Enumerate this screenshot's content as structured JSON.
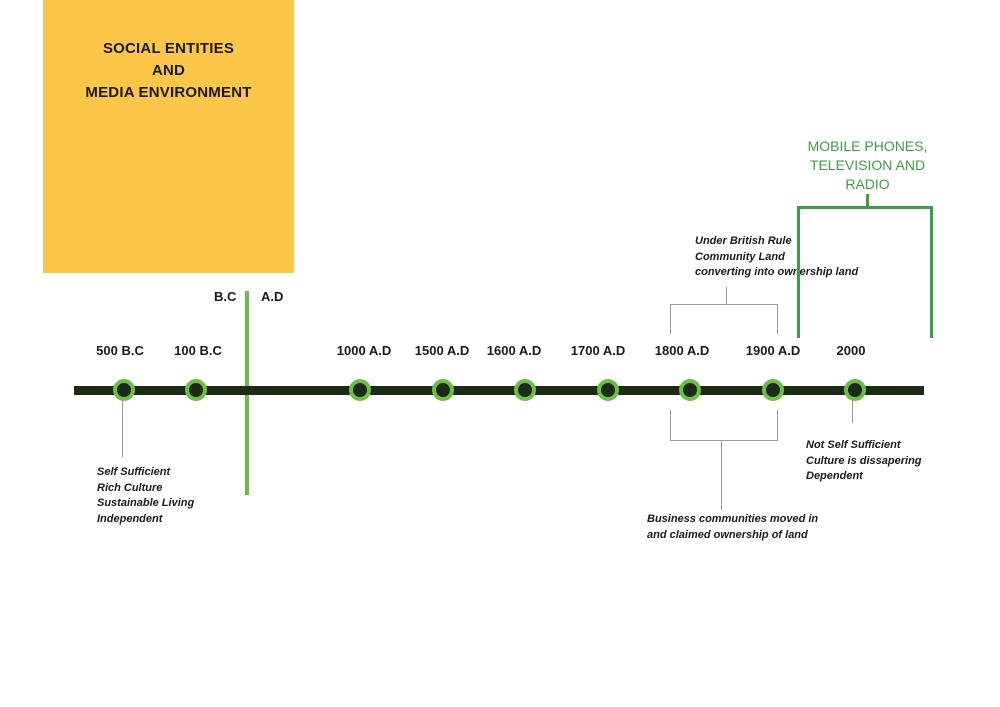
{
  "title": {
    "lines": [
      "SOCIAL ENTITIES",
      "AND",
      "MEDIA ENVIRONMENT"
    ]
  },
  "era_labels": {
    "bc": "B.C",
    "ad": "A.D"
  },
  "years": [
    "500 B.C",
    "100 B.C",
    "1000 A.D",
    "1500 A.D",
    "1600 A.D",
    "1700 A.D",
    "1800 A.D",
    "1900 A.D",
    "2000"
  ],
  "notes": {
    "ancient": [
      "Self Sufficient",
      "Rich Culture",
      "Sustainable Living",
      "Independent"
    ],
    "british": [
      "Under British Rule",
      "Community Land",
      "converting into ownership land"
    ],
    "business": [
      "Business communities moved in",
      "and claimed ownership of land"
    ],
    "modern": [
      "Not Self Sufficient",
      "Culture is dissapering",
      "Dependent"
    ]
  },
  "media": {
    "lines": [
      "MOBILE PHONES,",
      "TELEVISION AND",
      "RADIO"
    ]
  },
  "colors": {
    "title_box": "#fcc749",
    "timeline": "#1d2a16",
    "accent_green": "#6bbf45",
    "media_green": "#3aa142",
    "connector_gray": "#9a9a9a"
  }
}
